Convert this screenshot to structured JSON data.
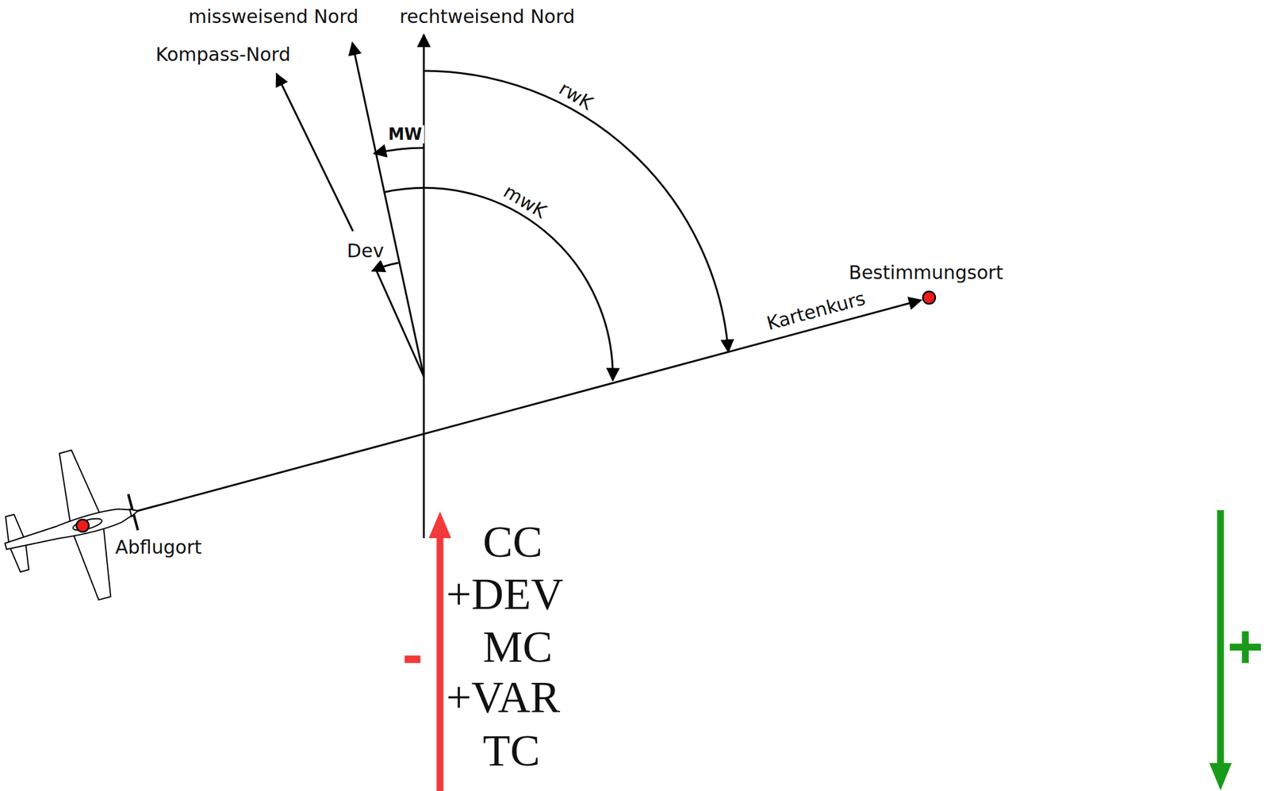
{
  "diagram": {
    "labels": [
      "missweisend Nord",
      "rechtweisend Nord",
      "Kompass-Nord",
      "MW",
      "rwK",
      "mwK",
      "Dev",
      "Bestimmungsort",
      "Kartenkurs",
      "Abflugort",
      "CC",
      "+DEV",
      "MC",
      "+VAR",
      "TC",
      "-",
      "+"
    ]
  }
}
